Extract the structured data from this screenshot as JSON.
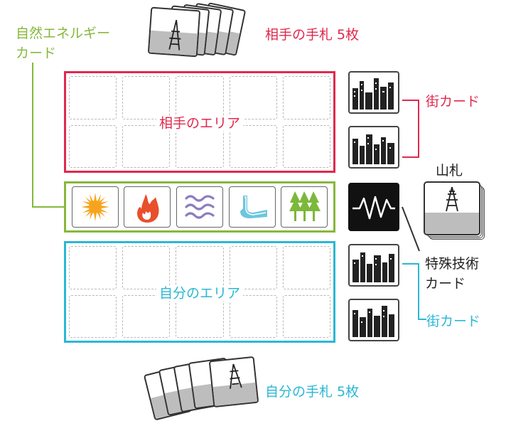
{
  "labels": {
    "natural_energy": "自然エネルギー",
    "natural_energy_2": "カード",
    "opponent_hand": "相手の手札 5枚",
    "opponent_area": "相手のエリア",
    "my_area": "自分のエリア",
    "my_hand": "自分の手札 5枚",
    "town_card_top": "街カード",
    "town_card_bottom": "街カード",
    "deck": "山札",
    "special_tech": "特殊技術",
    "special_tech_2": "カード"
  },
  "energy_cards": [
    {
      "icon": "sun-icon"
    },
    {
      "icon": "fire-icon"
    },
    {
      "icon": "wind-icon"
    },
    {
      "icon": "water-icon"
    },
    {
      "icon": "forest-icon"
    }
  ],
  "colors": {
    "opponent": "#e0294d",
    "self": "#2bb7d4",
    "energy": "#86b83b"
  }
}
